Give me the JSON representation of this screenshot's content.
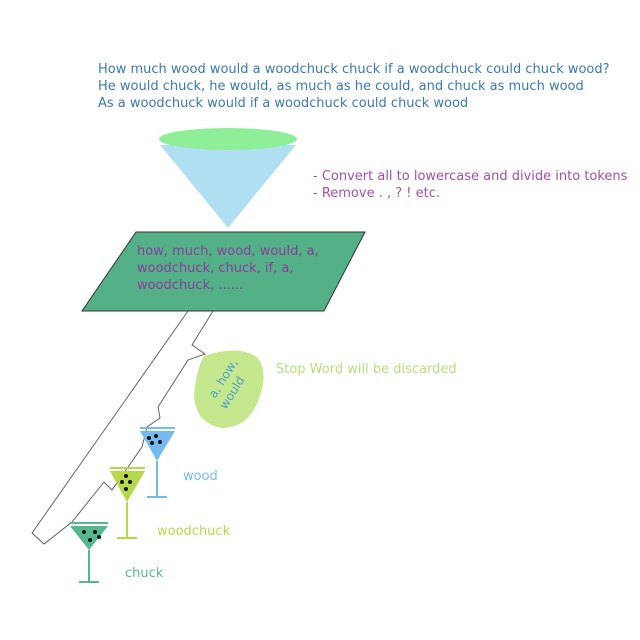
{
  "input_text": {
    "lines": [
      "How much wood would a woodchuck chuck if a woodchuck could chuck wood?",
      "He would chuck, he would, as much as he could, and chuck as much wood",
      "As a woodchuck would if a woodchuck could chuck wood"
    ]
  },
  "preprocessing_notes": [
    "- Convert all to lowercase and divide into tokens",
    "- Remove . , ? ! etc."
  ],
  "tokens_box": {
    "lines": [
      "how, much, wood, would, a,",
      "woodchuck, chuck, if, a,",
      "woodchuck, ......"
    ]
  },
  "stop_words": {
    "leaf_words": [
      "a, how,",
      "would"
    ],
    "label": "Stop Word will be discarded"
  },
  "glasses": [
    {
      "label": "wood",
      "color": "#74b9ef"
    },
    {
      "label": "woodchuck",
      "color": "#b5d94a"
    },
    {
      "label": "chuck",
      "color": "#55b88e"
    }
  ],
  "colors": {
    "funnel_rim": "#8fee98",
    "funnel_cone": "#b1dff2",
    "token_box": "#54b086",
    "stop_leaf": "#c5e88f"
  }
}
